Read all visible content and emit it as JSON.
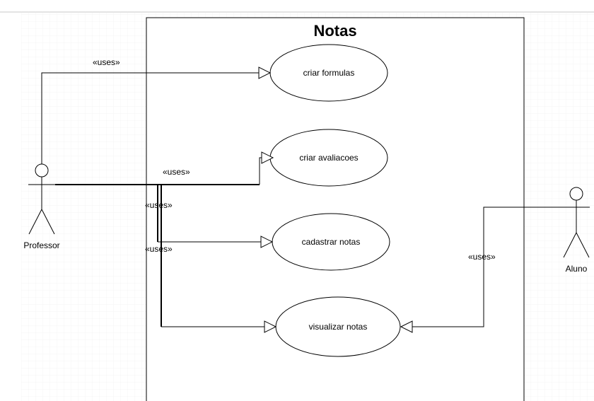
{
  "diagram": {
    "system_title": "Notas",
    "actors": {
      "professor": "Professor",
      "aluno": "Aluno"
    },
    "use_cases": {
      "criar_formulas": "criar formulas",
      "criar_avaliacoes": "criar avaliacoes",
      "cadastrar_notas": "cadastrar notas",
      "visualizar_notas": "visualizar notas"
    },
    "stereotypes": {
      "uses_formulas": "«uses»",
      "uses_avaliacoes": "«uses»",
      "uses_cadastrar": "«uses»",
      "uses_visualizar_prof": "«uses»",
      "uses_visualizar_aluno": "«uses»"
    }
  }
}
